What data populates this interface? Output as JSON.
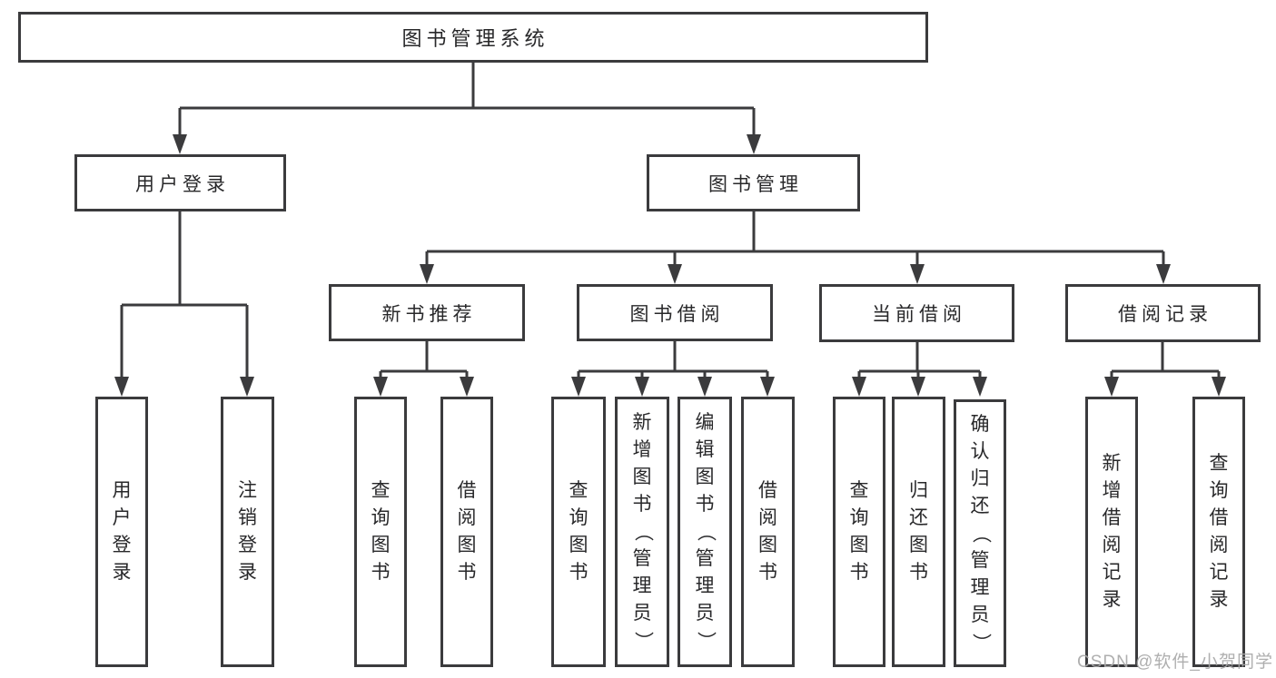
{
  "diagram": {
    "root": {
      "label": "图书管理系统"
    },
    "branches": [
      {
        "label": "用户登录",
        "children": [
          {
            "label": "用户登录"
          },
          {
            "label": "注销登录"
          }
        ]
      },
      {
        "label": "图书管理",
        "sections": [
          {
            "label": "新书推荐",
            "children": [
              {
                "label": "查询图书"
              },
              {
                "label": "借阅图书"
              }
            ]
          },
          {
            "label": "图书借阅",
            "children": [
              {
                "label": "查询图书"
              },
              {
                "label": "新增图书（管理员）"
              },
              {
                "label": "编辑图书（管理员）"
              },
              {
                "label": "借阅图书"
              }
            ]
          },
          {
            "label": "当前借阅",
            "children": [
              {
                "label": "查询图书"
              },
              {
                "label": "归还图书"
              },
              {
                "label": "确认归还（管理员）"
              }
            ]
          },
          {
            "label": "借阅记录",
            "children": [
              {
                "label": "新增借阅记录"
              },
              {
                "label": "查询借阅记录"
              }
            ]
          }
        ]
      }
    ],
    "watermark": "CSDN @软件_小贺同学",
    "colors": {
      "line": "#3b3b3d",
      "text": "#28282a",
      "watermark": "#a8a8a8",
      "background": "#ffffff"
    }
  }
}
